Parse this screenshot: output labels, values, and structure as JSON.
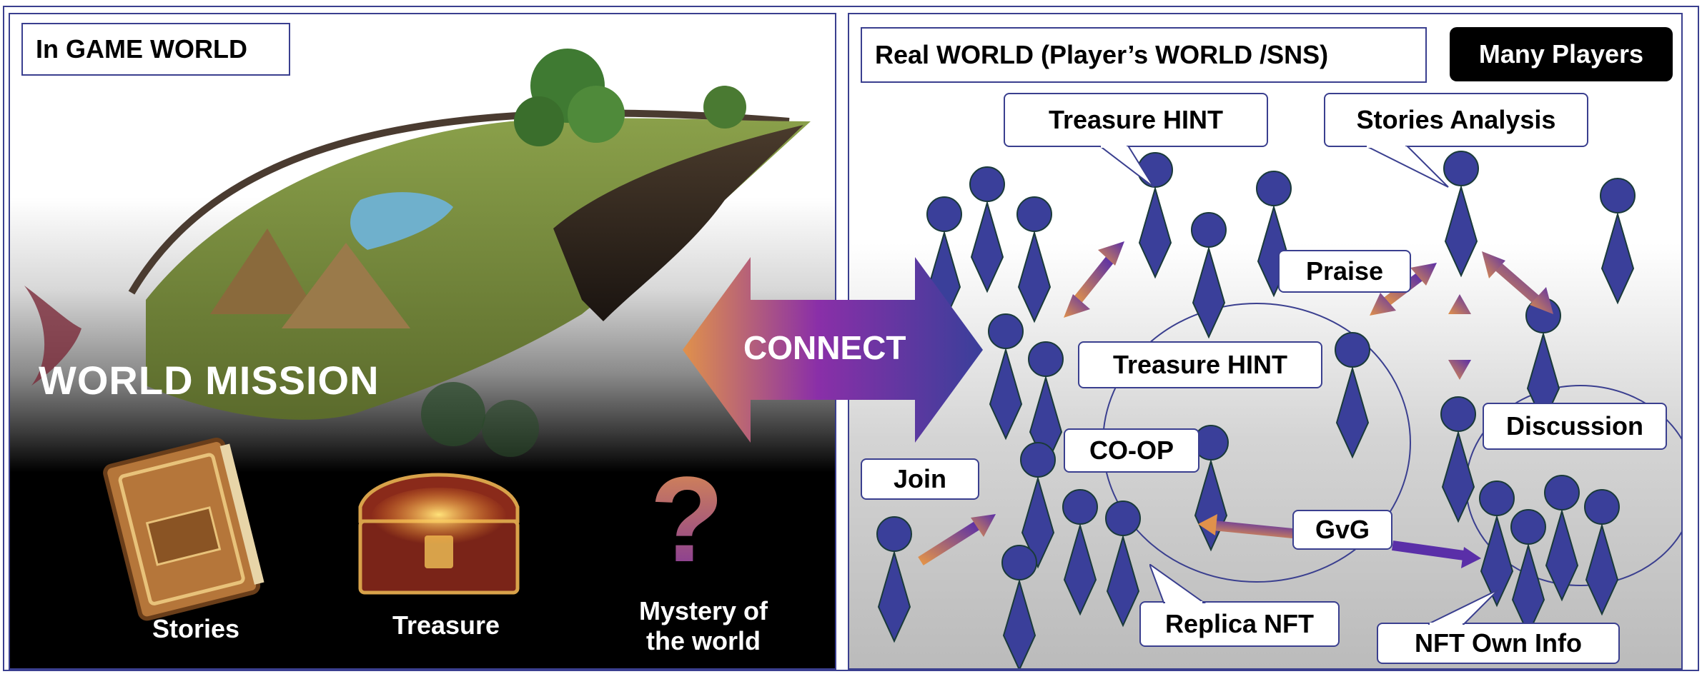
{
  "left": {
    "label": "In GAME WORLD",
    "mission": "WORLD MISSION",
    "items": [
      {
        "caption": "Stories"
      },
      {
        "caption": "Treasure"
      },
      {
        "caption": "Mystery of the world"
      }
    ],
    "question_glyph": "?"
  },
  "connect": {
    "label": "CONNECT"
  },
  "right": {
    "label": "Real WORLD (Player’s WORLD /SNS)",
    "badge": "Many Players",
    "bubbles": {
      "treasure_hint_top": "Treasure HINT",
      "stories_analysis": "Stories Analysis",
      "praise": "Praise",
      "treasure_hint_mid": "Treasure HINT",
      "co_op": "CO-OP",
      "join": "Join",
      "discussion": "Discussion",
      "gvg": "GvG",
      "replica_nft": "Replica NFT",
      "nft_own_info": "NFT Own Info"
    }
  },
  "colors": {
    "border": "#3a3f8f",
    "player": "#3a3f9a",
    "arrow_orange": "#e0914b",
    "arrow_purple": "#5a2fa8"
  }
}
